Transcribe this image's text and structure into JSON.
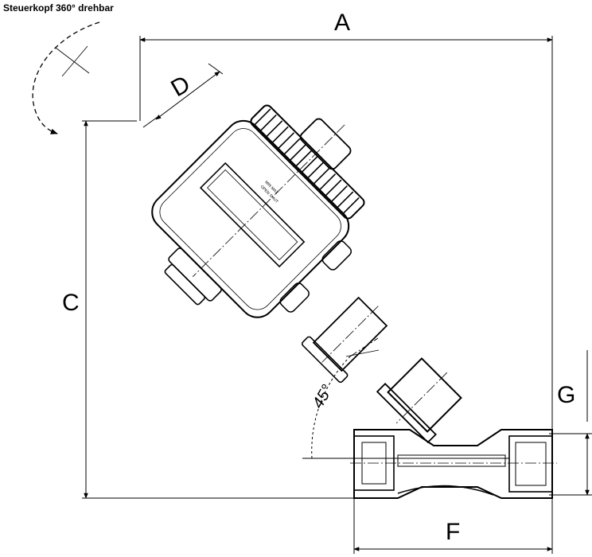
{
  "rotation_note": "Steuerkopf 360° drehbar",
  "dimensions": {
    "a": "A",
    "c": "C",
    "d": "D",
    "f": "F",
    "g": "G"
  },
  "angle": "45°"
}
